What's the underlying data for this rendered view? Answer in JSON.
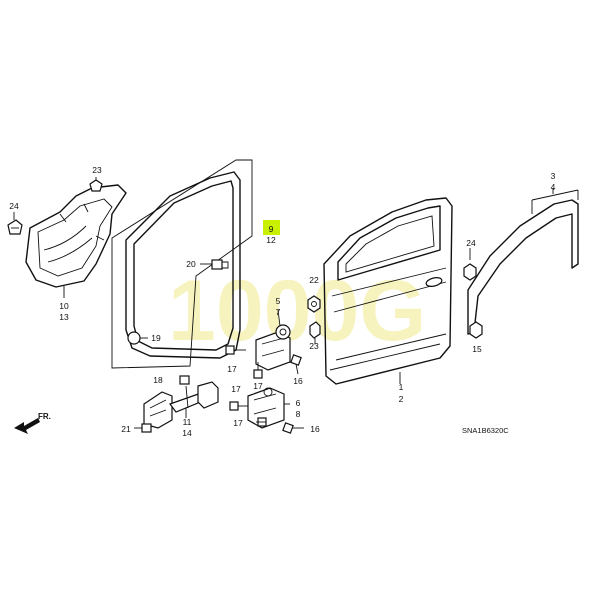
{
  "diagram": {
    "code": "SNA1B6320C",
    "front_label": "FR.",
    "watermark": "1000G",
    "highlight_color": "#c8f000",
    "line_color": "#111111",
    "callouts": [
      {
        "id": "c1",
        "text": "1"
      },
      {
        "id": "c2",
        "text": "2"
      },
      {
        "id": "c3",
        "text": "3"
      },
      {
        "id": "c4",
        "text": "4"
      },
      {
        "id": "c5",
        "text": "5"
      },
      {
        "id": "c6",
        "text": "6"
      },
      {
        "id": "c7",
        "text": "7"
      },
      {
        "id": "c8",
        "text": "8"
      },
      {
        "id": "c9",
        "text": "9"
      },
      {
        "id": "c10",
        "text": "10"
      },
      {
        "id": "c11",
        "text": "11"
      },
      {
        "id": "c12",
        "text": "12"
      },
      {
        "id": "c13",
        "text": "13"
      },
      {
        "id": "c14",
        "text": "14"
      },
      {
        "id": "c15",
        "text": "15"
      },
      {
        "id": "c16a",
        "text": "16"
      },
      {
        "id": "c16b",
        "text": "16"
      },
      {
        "id": "c17a",
        "text": "17"
      },
      {
        "id": "c17b",
        "text": "17"
      },
      {
        "id": "c17c",
        "text": "17"
      },
      {
        "id": "c17d",
        "text": "17"
      },
      {
        "id": "c18",
        "text": "18"
      },
      {
        "id": "c19",
        "text": "19"
      },
      {
        "id": "c20",
        "text": "20"
      },
      {
        "id": "c21",
        "text": "21"
      },
      {
        "id": "c22",
        "text": "22"
      },
      {
        "id": "c23a",
        "text": "23"
      },
      {
        "id": "c23b",
        "text": "23"
      },
      {
        "id": "c24a",
        "text": "24"
      },
      {
        "id": "c24b",
        "text": "24"
      }
    ]
  }
}
